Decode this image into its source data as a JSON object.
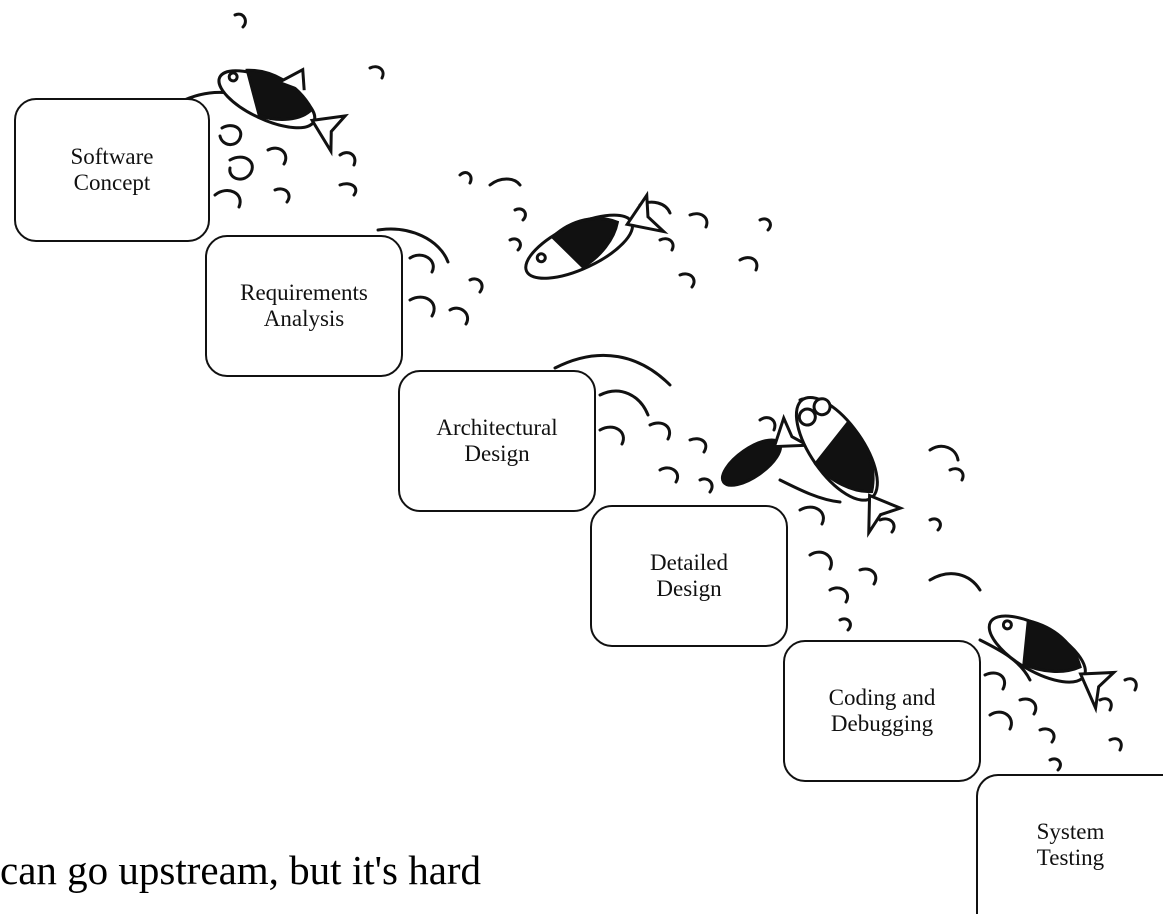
{
  "stages": [
    {
      "line1": "Software",
      "line2": "Concept"
    },
    {
      "line1": "Requirements",
      "line2": "Analysis"
    },
    {
      "line1": "Architectural",
      "line2": "Design"
    },
    {
      "line1": "Detailed",
      "line2": "Design"
    },
    {
      "line1": "Coding and",
      "line2": "Debugging"
    },
    {
      "line1": "System",
      "line2": "Testing"
    }
  ],
  "caption": "can go upstream, but it's hard",
  "illustrations": [
    "fish-icon",
    "water-splash-icon"
  ],
  "colors": {
    "ink": "#111111",
    "background": "#ffffff"
  }
}
